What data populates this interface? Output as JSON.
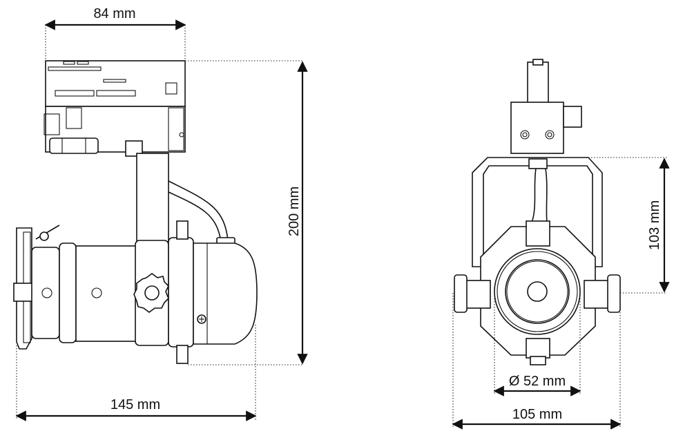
{
  "dimensions": {
    "side_width": "84 mm",
    "height_total": "200 mm",
    "side_length": "145 mm",
    "front_height": "103 mm",
    "lens_diameter": "Ø 52 mm",
    "front_width": "105 mm"
  }
}
